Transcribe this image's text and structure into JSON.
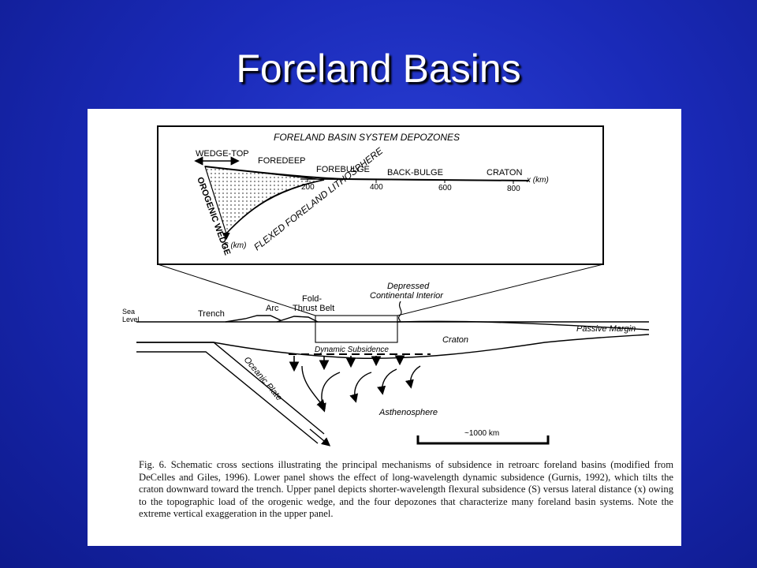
{
  "slide": {
    "title": "Foreland Basins"
  },
  "upper_panel": {
    "title": "FORELAND BASIN SYSTEM DEPOZONES",
    "zones": {
      "wedge_top": "WEDGE-TOP",
      "foredeep": "FOREDEEP",
      "forebulge": "FOREBULGE",
      "back_bulge": "BACK-BULGE",
      "craton": "CRATON"
    },
    "x_axis_label": "x (km)",
    "x_ticks": [
      "200",
      "400",
      "600",
      "800"
    ],
    "s_axis_label": "S (km)",
    "wedge_label": "OROGENIC WEDGE",
    "lithosphere_label": "FLEXED FORELAND LITHOSPHERE"
  },
  "lower_panel": {
    "sea_level": [
      "Sea",
      "Level"
    ],
    "trench": "Trench",
    "arc": "Arc",
    "fold_thrust_belt": [
      "Fold-",
      "Thrust Belt"
    ],
    "depressed_interior": [
      "Depressed",
      "Continental Interior"
    ],
    "passive_margin": "Passive Margin",
    "craton": "Craton",
    "dynamic_subsidence": "Dynamic Subsidence",
    "oceanic_plate": "Oceanic Plate",
    "asthenosphere": "Asthenosphere",
    "scale_bar": "~1000 km"
  },
  "caption": "Fig. 6. Schematic cross sections illustrating the principal mechanisms of subsidence in retroarc foreland basins (modified from DeCelles and Giles, 1996). Lower panel shows the effect of long-wavelength dynamic subsidence (Gurnis, 1992), which tilts the craton downward toward the trench. Upper panel depicts shorter-wavelength flexural subsidence (S) versus lateral distance (x) owing to the topographic load of the orogenic wedge, and the four depozones that characterize many foreland basin systems. Note the extreme vertical exaggeration in the upper panel."
}
